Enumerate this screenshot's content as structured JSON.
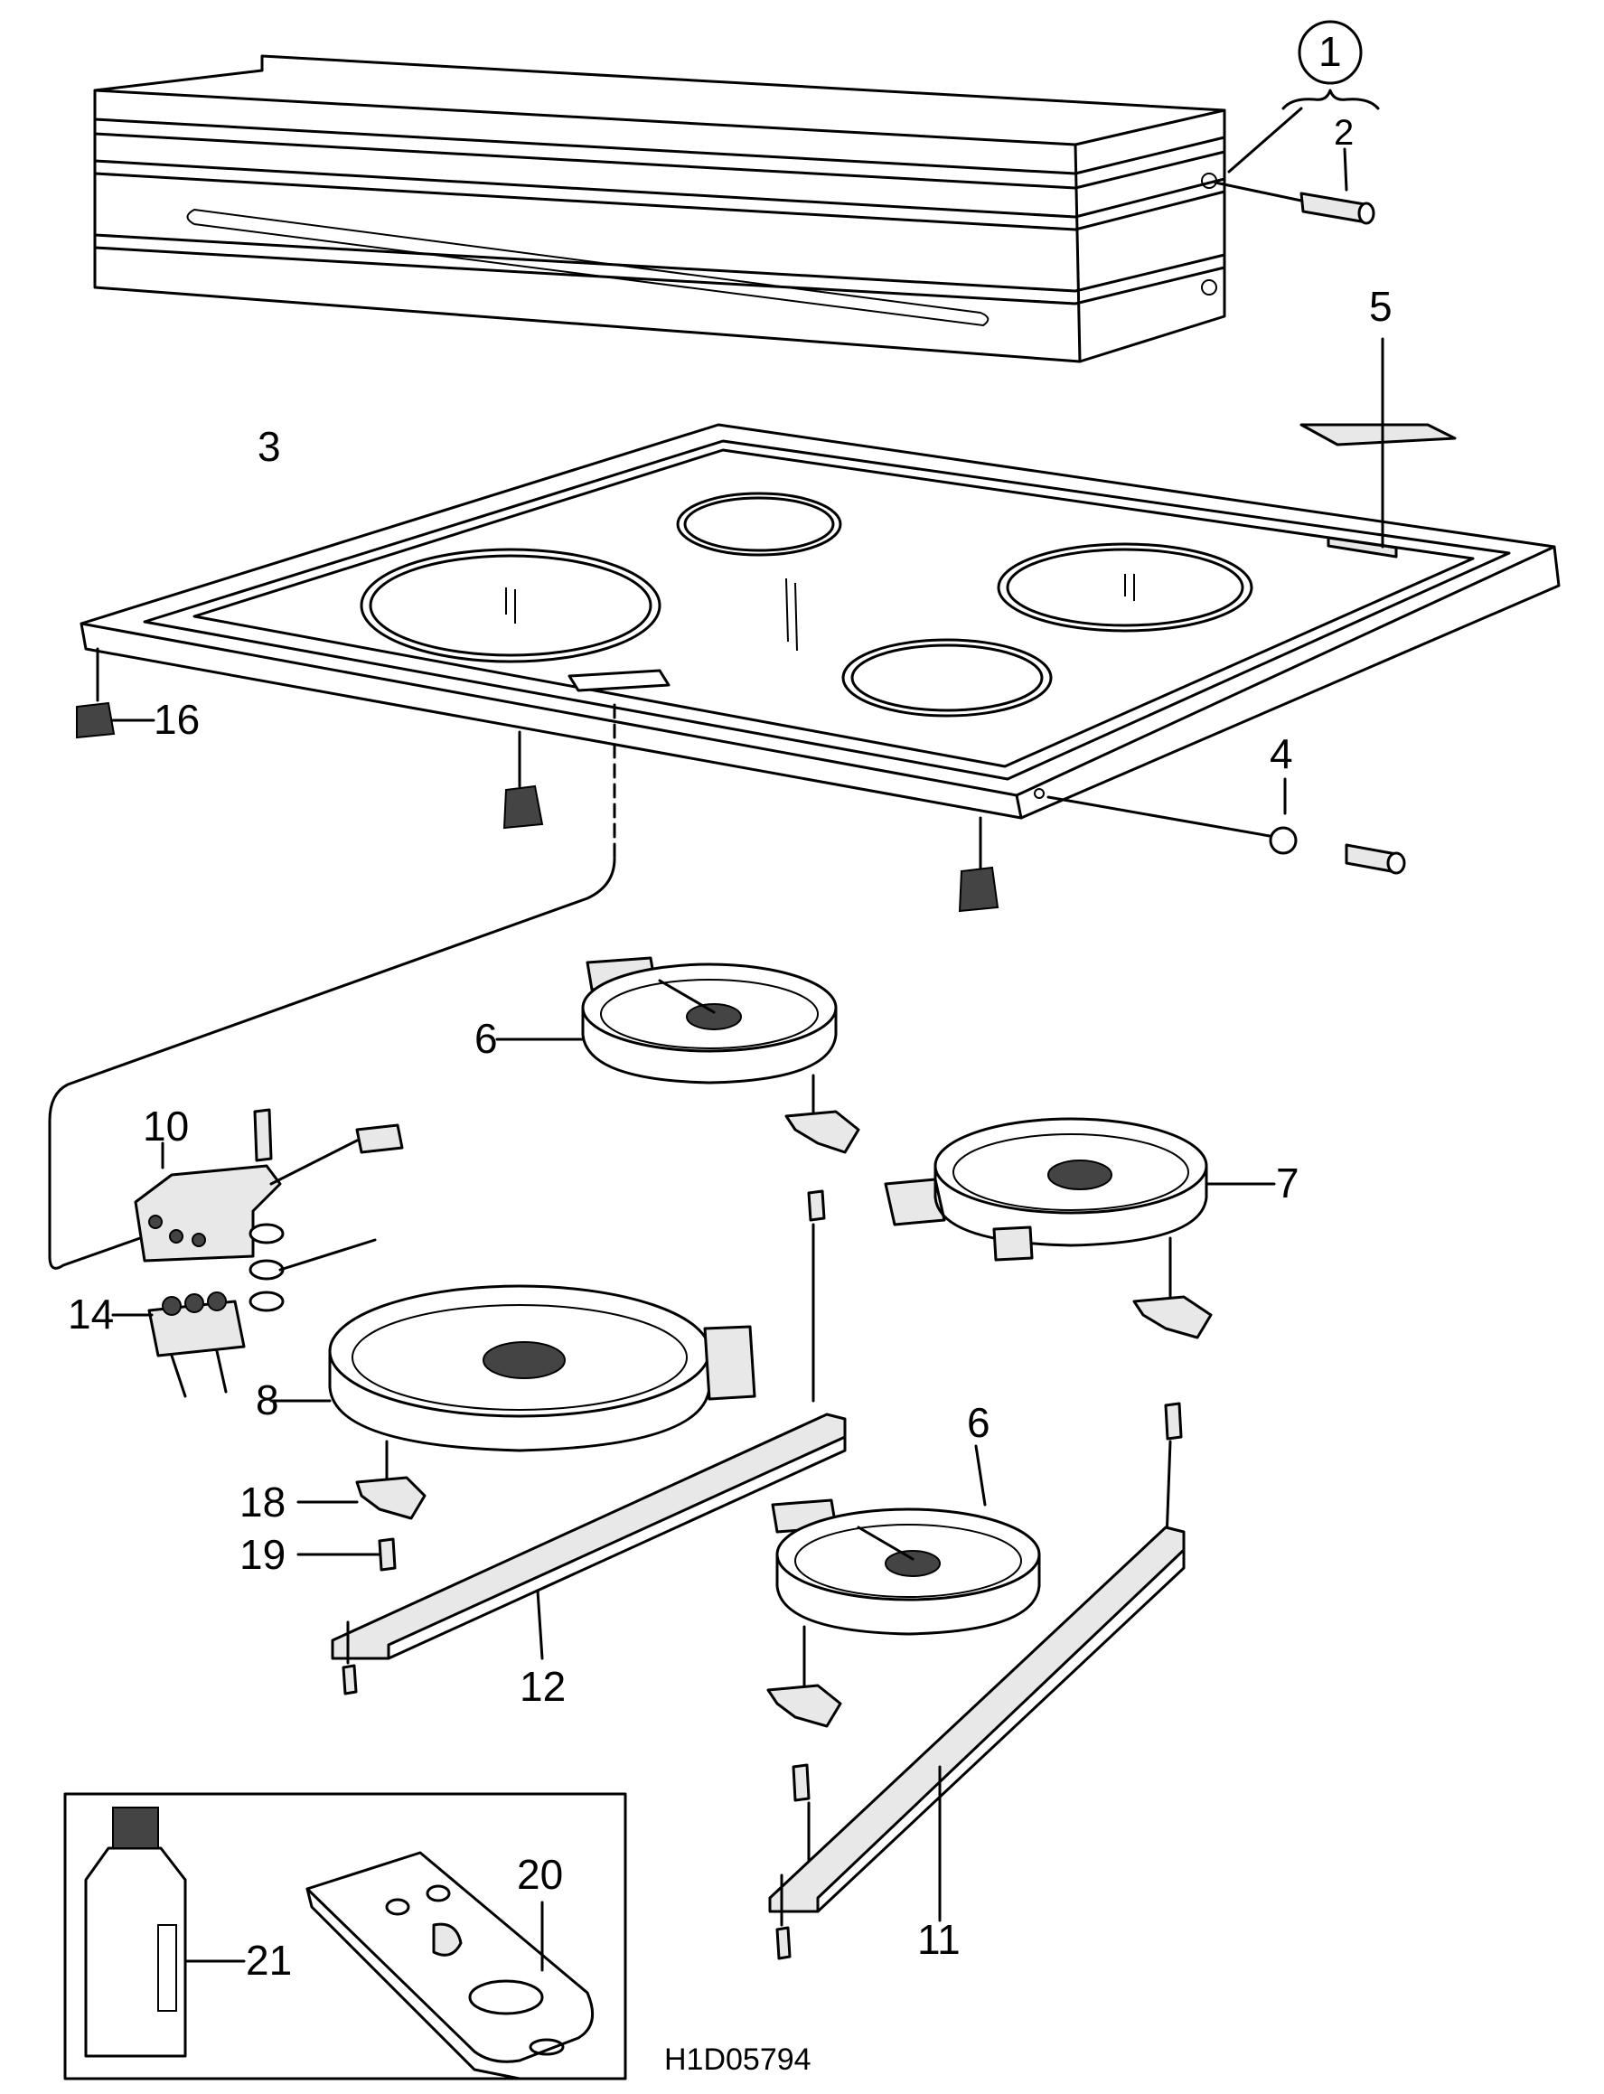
{
  "callouts": {
    "c1": "1",
    "c2": "2",
    "c3": "3",
    "c4": "4",
    "c5": "5",
    "c6a": "6",
    "c6b": "6",
    "c7": "7",
    "c8": "8",
    "c10": "10",
    "c11": "11",
    "c12": "12",
    "c14": "14",
    "c16": "16",
    "c18": "18",
    "c19": "19",
    "c20": "20",
    "c21": "21"
  },
  "drawing_code": "H1D05794"
}
